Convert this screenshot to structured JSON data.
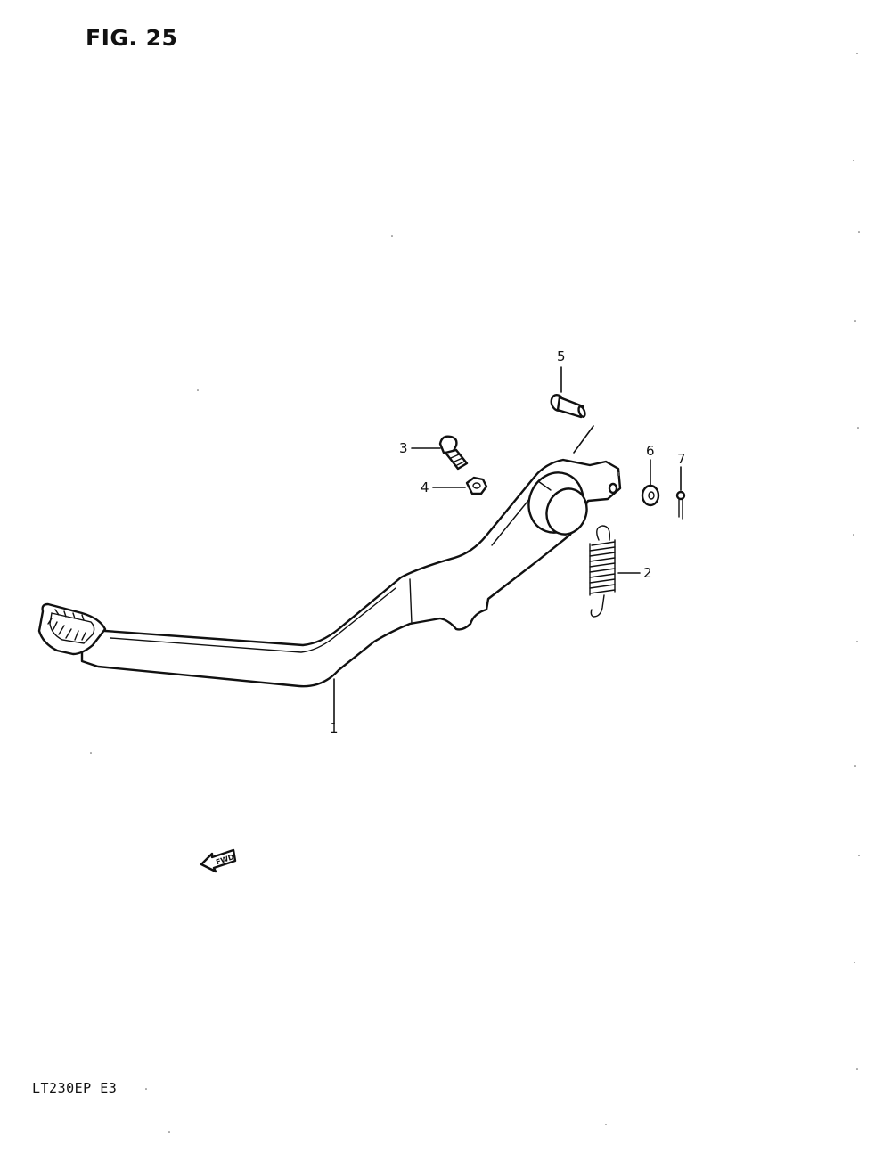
{
  "figure": {
    "title": "FIG. 25",
    "model_code": "LT230EP  E3",
    "fwd_label": "FWD"
  },
  "callouts": [
    {
      "id": "1",
      "label": "1"
    },
    {
      "id": "2",
      "label": "2"
    },
    {
      "id": "3",
      "label": "3"
    },
    {
      "id": "4",
      "label": "4"
    },
    {
      "id": "5",
      "label": "5"
    },
    {
      "id": "6",
      "label": "6"
    },
    {
      "id": "7",
      "label": "7"
    }
  ],
  "icons": {
    "fwd_arrow": "fwd-arrow-icon"
  }
}
